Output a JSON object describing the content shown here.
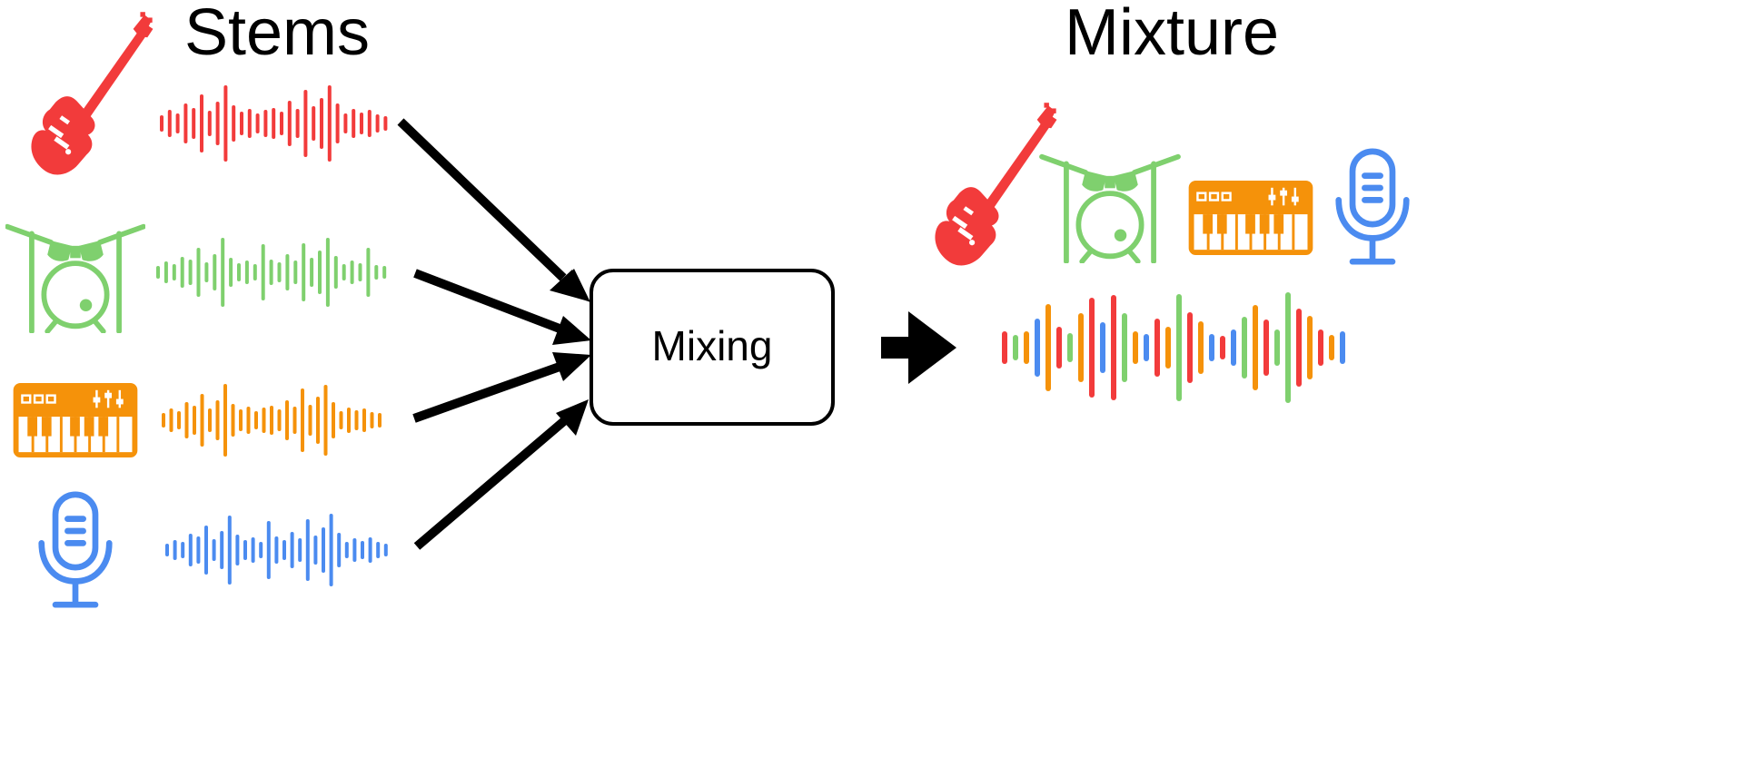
{
  "headings": {
    "stems": "Stems",
    "mixture": "Mixture"
  },
  "mixer": {
    "label": "Mixing"
  },
  "colors": {
    "guitar": "#f23b3b",
    "drums": "#7fd06e",
    "keyboard": "#f5920a",
    "vocals": "#4b8bf0",
    "arrow": "#000000"
  },
  "stems": [
    {
      "name": "guitar",
      "icon": "electric-guitar-icon",
      "color": "#f23b3b"
    },
    {
      "name": "drums",
      "icon": "drum-kit-icon",
      "color": "#7fd06e"
    },
    {
      "name": "keyboard",
      "icon": "synthesizer-keyboard-icon",
      "color": "#f5920a"
    },
    {
      "name": "vocals",
      "icon": "microphone-icon",
      "color": "#4b8bf0"
    }
  ],
  "mixture_icons": [
    "electric-guitar-icon",
    "drum-kit-icon",
    "synthesizer-keyboard-icon",
    "microphone-icon"
  ]
}
